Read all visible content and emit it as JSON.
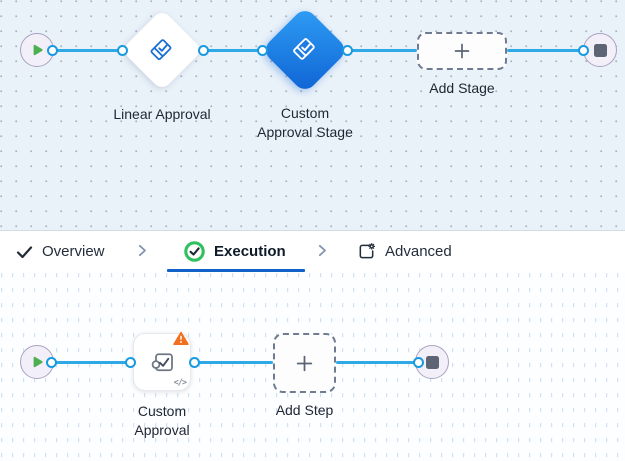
{
  "colors": {
    "link_line": "#2fa8e6",
    "connector_ring": "#189ae0",
    "diamond_blue_top": "#2f9ef5",
    "diamond_blue_bottom": "#0f63d4",
    "active_tab_underline": "#1061c8",
    "execution_green": "#2fc15f",
    "warning_orange": "#f2701d",
    "start_play_green": "#4caf50",
    "canvas_top_bg": "#eaf2f9",
    "canvas_bottom_bg": "#fdfeff"
  },
  "icons": {
    "start": "play-icon",
    "end": "stop-icon",
    "stage": "approval-check-icon",
    "step": "puzzle-check-icon",
    "add": "plus-icon",
    "overview": "check-icon",
    "execution": "check-circle-icon",
    "advanced": "box-gear-icon",
    "separator": "chevron-right-icon",
    "warning": "warning-triangle-icon",
    "code": "code-icon"
  },
  "top_canvas": {
    "stage1_label": "Linear Approval",
    "stage2_label": "Custom Approval Stage",
    "add_stage_label": "Add Stage"
  },
  "tab_bar": {
    "overview": "Overview",
    "execution": "Execution",
    "advanced": "Advanced"
  },
  "bottom_canvas": {
    "step1_label": "Custom Approval",
    "add_step_label": "Add Step",
    "code_badge": "</>"
  }
}
